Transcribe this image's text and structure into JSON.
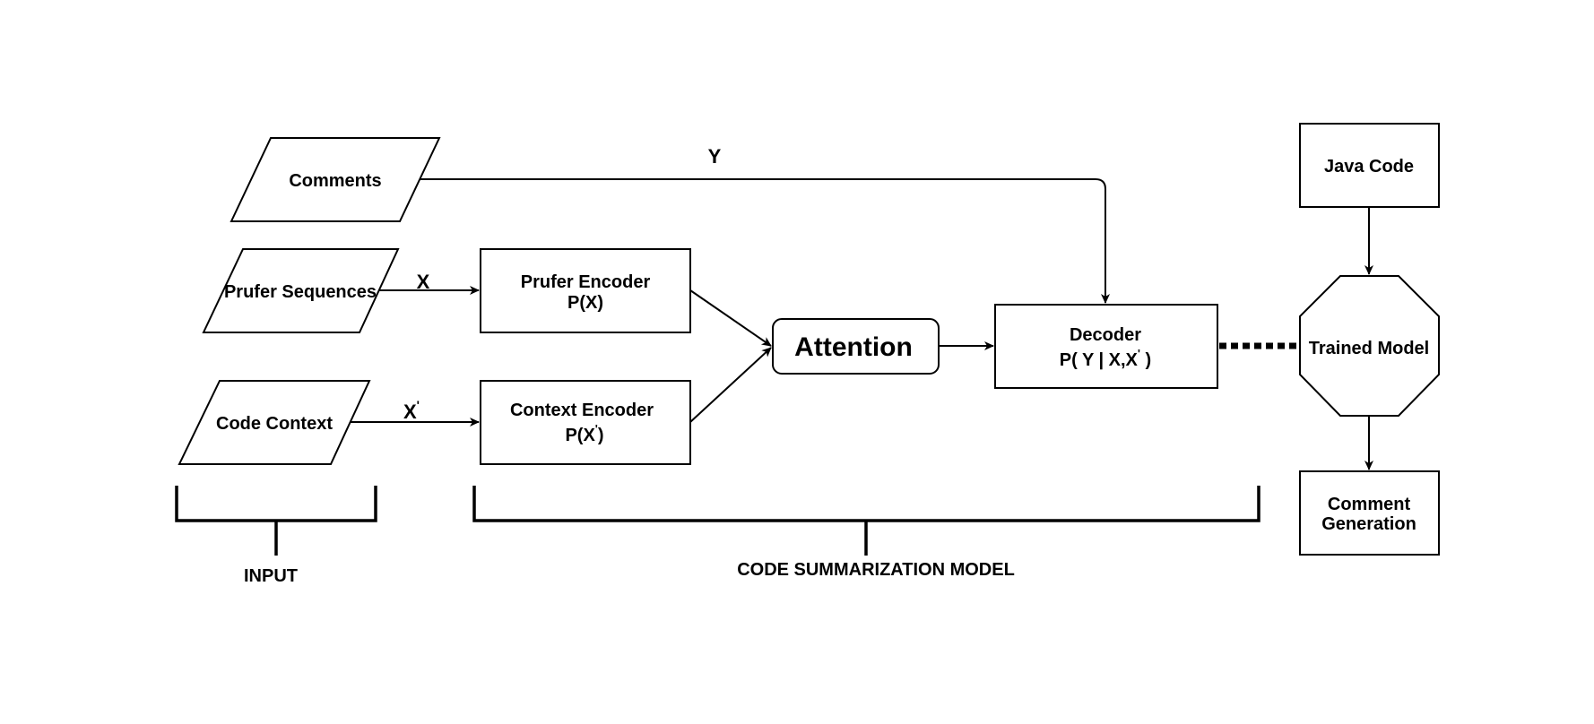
{
  "nodes": {
    "comments": "Comments",
    "prufer_sequences": "Prufer Sequences",
    "code_context": "Code Context",
    "prufer_encoder": {
      "line1": "Prufer Encoder",
      "line2": "P(X)"
    },
    "context_encoder": {
      "line1": "Context Encoder",
      "line2": "P(X",
      "line2_sup": "'",
      "line2_end": ")"
    },
    "attention": "Attention",
    "decoder": {
      "line1": "Decoder",
      "line2": "P( Y | X,X",
      "line2_sup": "'",
      "line2_end": " )"
    },
    "java_code": "Java Code",
    "trained_model": "Trained Model",
    "comment_generation": {
      "line1": "Comment",
      "line2": "Generation"
    }
  },
  "edge_labels": {
    "y": "Y",
    "x": "X",
    "x_prime": "X",
    "x_prime_sup": "'"
  },
  "groups": {
    "input": "INPUT",
    "model": "CODE SUMMARIZATION MODEL"
  }
}
